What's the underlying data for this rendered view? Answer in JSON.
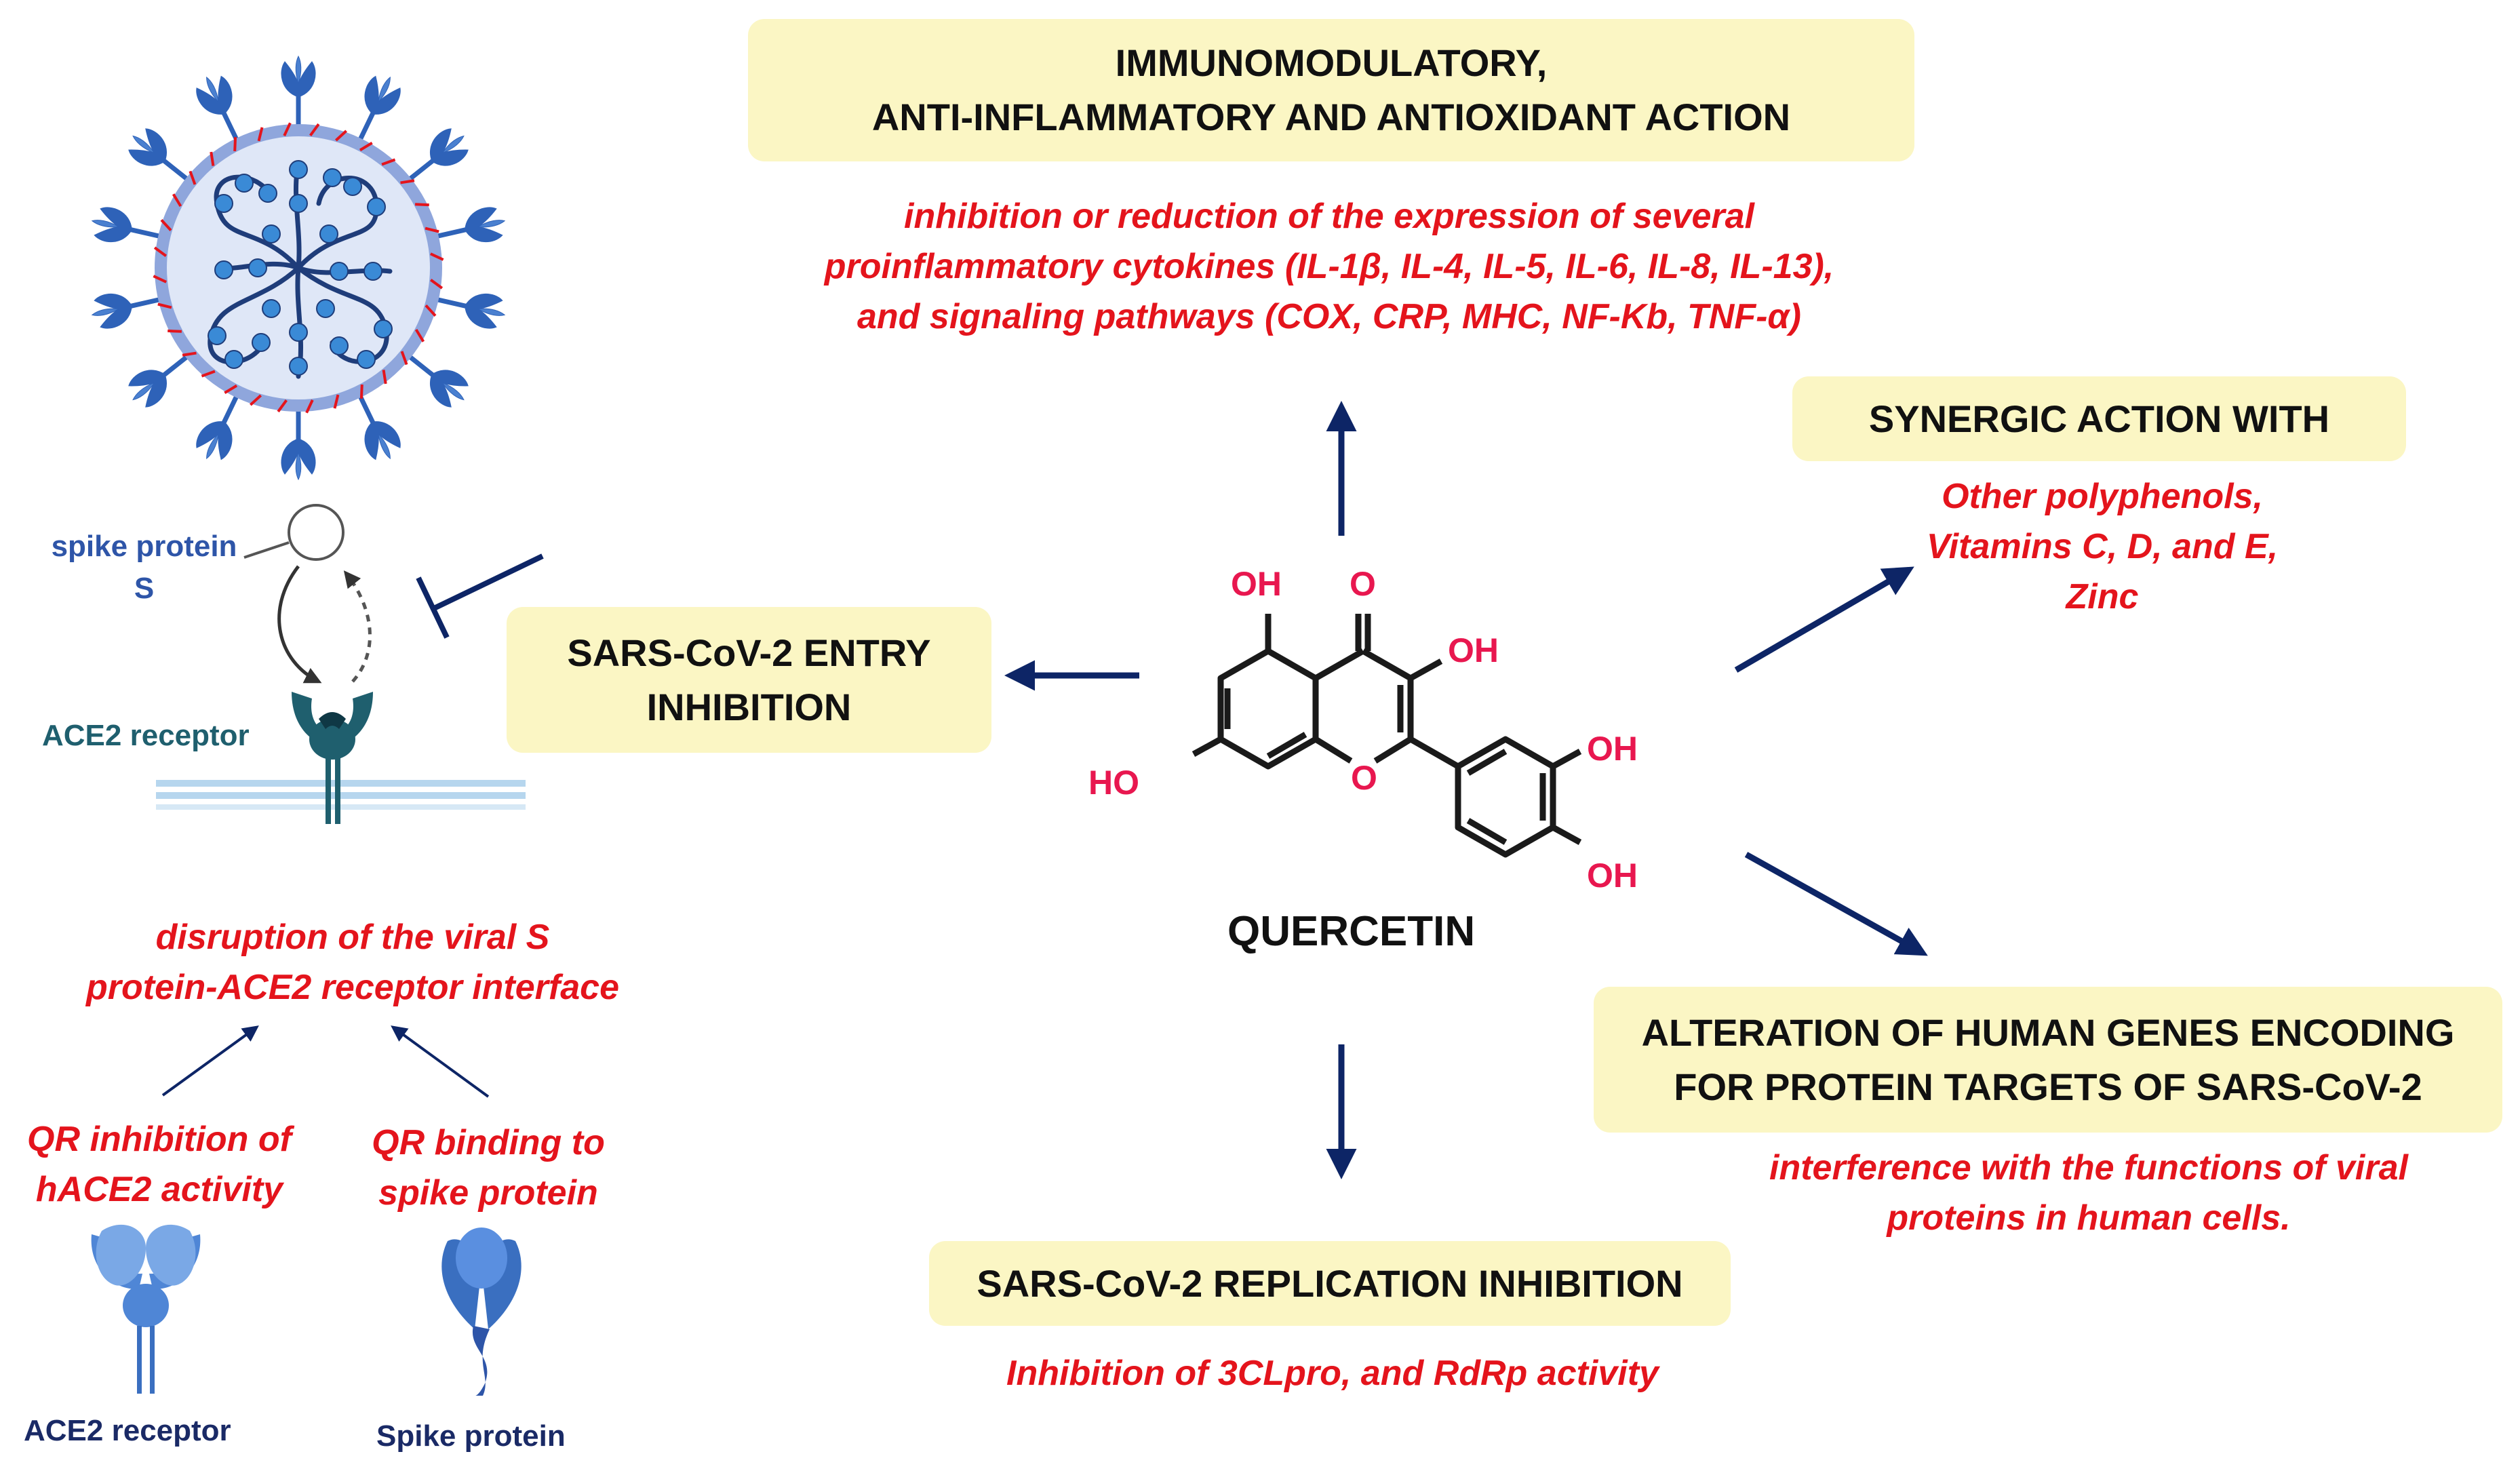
{
  "immuno": {
    "title_line1": "IMMUNOMODULATORY,",
    "title_line2": "ANTI-INFLAMMATORY AND ANTIOXIDANT ACTION",
    "desc_line1": "inhibition or reduction of the expression of several",
    "desc_line2": "proinflammatory cytokines (IL-1β, IL-4,  IL-5, IL-6, IL-8, IL-13),",
    "desc_line3": "and signaling pathways (COX, CRP, MHC, NF-Kb, TNF-α)"
  },
  "synergic": {
    "title": "SYNERGIC ACTION WITH",
    "line1": "Other polyphenols,",
    "line2": "Vitamins C, D,  and E,",
    "line3": "Zinc"
  },
  "entry": {
    "title_line1": "SARS-CoV-2 ENTRY",
    "title_line2": "INHIBITION"
  },
  "alteration": {
    "title_line1": "ALTERATION OF HUMAN GENES ENCODING",
    "title_line2": "FOR PROTEIN TARGETS OF SARS-CoV-2",
    "desc_line1": "interference with the functions of viral",
    "desc_line2": "proteins in human cells."
  },
  "replication": {
    "title": "SARS-CoV-2 REPLICATION INHIBITION",
    "desc": "Inhibition of 3CLpro, and RdRp activity"
  },
  "quercetin": {
    "name": "QUERCETIN",
    "oh_5": "OH",
    "o_4": "O",
    "oh_3": "OH",
    "oh_3p": "OH",
    "oh_4p": "OH",
    "ho_7": "HO",
    "o_ring": "O"
  },
  "virus": {
    "spike_label_line1": "spike protein",
    "spike_label_line2": "S",
    "ace2_label": "ACE2 receptor"
  },
  "mechanism": {
    "disruption_line1": "disruption of the viral S",
    "disruption_line2": "protein-ACE2 receptor interface",
    "qr_inhibit_line1": "QR inhibition of",
    "qr_inhibit_line2": "hACE2 activity",
    "qr_binding_line1": "QR binding to",
    "qr_binding_line2": "spike protein",
    "ace2_caption": "ACE2 receptor",
    "spike_caption": "Spike protein"
  },
  "colors": {
    "box_fill": "#fbf6c4",
    "red_text": "#e4141c",
    "arrow_navy": "#0d2566",
    "molecule_red": "#e8174f",
    "virus_blue": "#2e62b8",
    "virus_membrane": "#8fa6dc",
    "ace2_teal": "#1f5f6e",
    "icon_blue": "#4f86d6"
  }
}
